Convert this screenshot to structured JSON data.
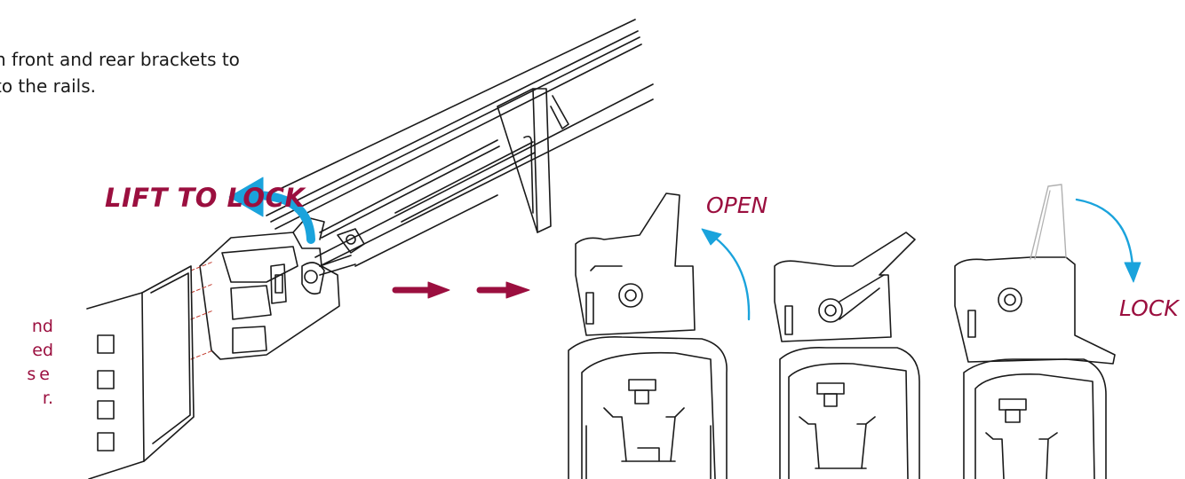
{
  "instructions": {
    "line1": "n front and rear brackets to",
    "line2": "to the rails."
  },
  "note": {
    "lines": [
      "nd",
      "ed",
      "se",
      "r."
    ]
  },
  "callouts": {
    "lift_to_lock": "LIFT TO LOCK",
    "open": "OPEN",
    "lock": "LOCK"
  },
  "colors": {
    "accent": "#9b0f3f",
    "arrow_blue": "#1aa3dc",
    "line": "#1a1a1a",
    "faint_line": "#b0b0b0"
  },
  "icons": {
    "lift_arrow": "curved-arrow-left-icon",
    "open_arrow": "curved-arrow-up-icon",
    "lock_arrow": "curved-arrow-down-icon",
    "sequence_arrow": "arrow-right-icon"
  }
}
